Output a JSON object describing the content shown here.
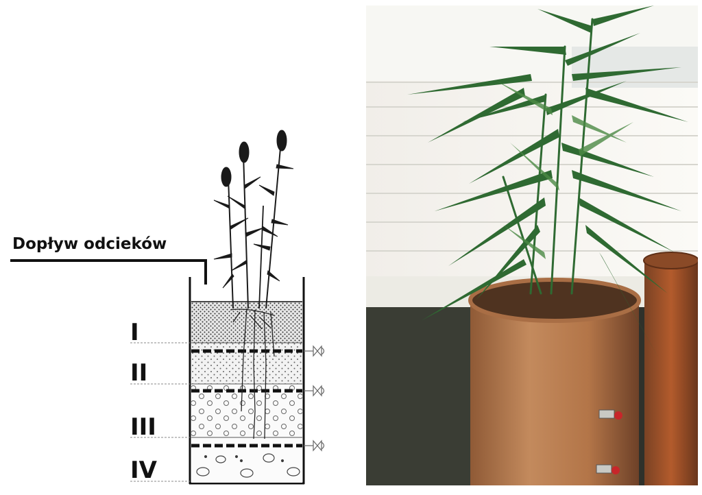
{
  "diagram": {
    "inflow_label": "Dopływ odcieków",
    "layers": [
      {
        "label": "I"
      },
      {
        "label": "II"
      },
      {
        "label": "III"
      },
      {
        "label": "IV"
      }
    ],
    "valves": [
      {
        "name": "valve-1"
      },
      {
        "name": "valve-2"
      },
      {
        "name": "valve-3"
      }
    ]
  },
  "photo": {
    "subject": "bamboo-plant-in-brown-column"
  },
  "colors": {
    "line": "#111111",
    "fill_sand": "#d9d9d9",
    "pipe_brown": "#b8774c",
    "leaf_green": "#2f6a32",
    "window_light": "#eef0ec"
  }
}
